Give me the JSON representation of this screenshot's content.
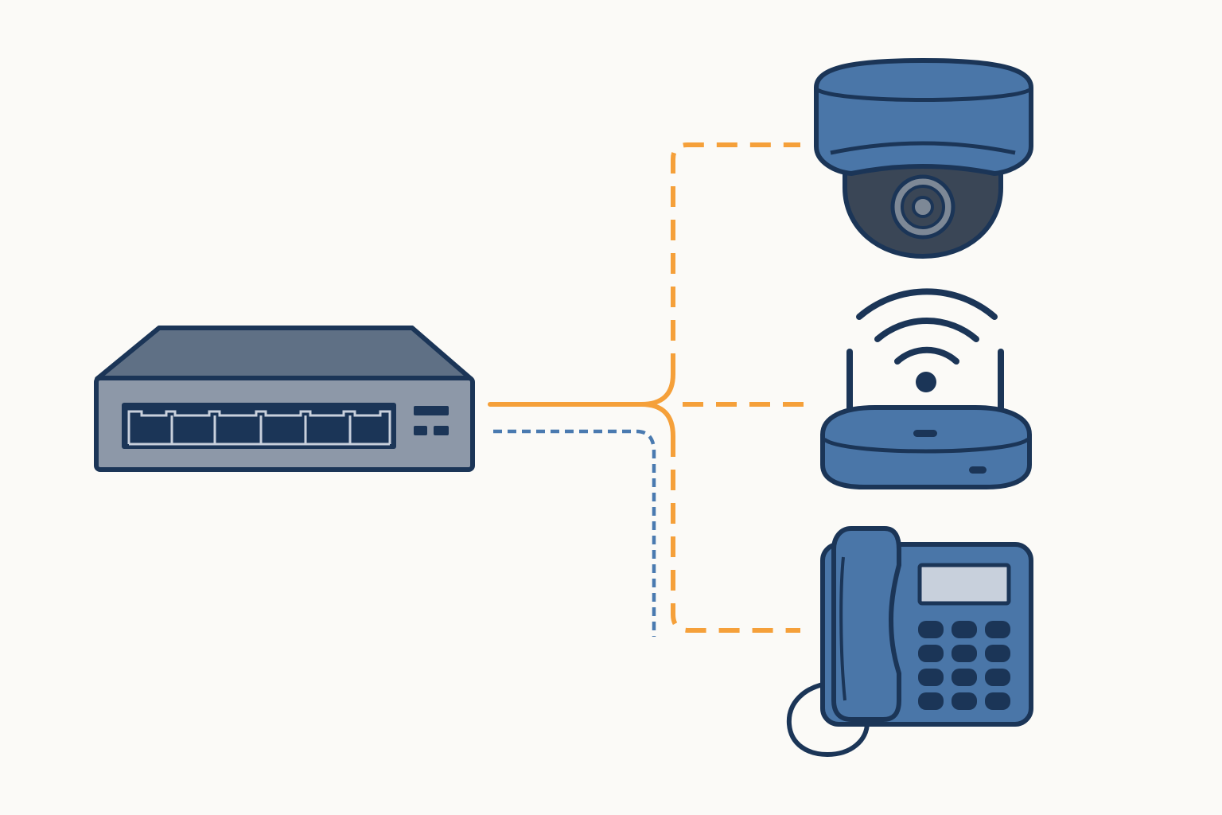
{
  "diagram": {
    "background": "#fbfaf7",
    "colors": {
      "outline": "#1b3557",
      "device_blue": "#4a76a8",
      "switch_top": "#5f7085",
      "switch_front": "#8d98a8",
      "port_fill": "#1b3557",
      "lens_dark": "#3a4656",
      "lens_ring": "#7d8896",
      "screen_fill": "#c8d0dc",
      "poe_orange": "#f5a03a",
      "data_blue": "#4a7ab0"
    },
    "nodes": [
      {
        "id": "switch",
        "icon": "network-switch-icon",
        "ports": 6
      },
      {
        "id": "camera",
        "icon": "dome-camera-icon"
      },
      {
        "id": "access_point",
        "icon": "wireless-access-point-icon"
      },
      {
        "id": "phone",
        "icon": "desk-phone-icon"
      }
    ],
    "connections": [
      {
        "from": "switch",
        "to": "camera",
        "style": "dashed",
        "color": "poe_orange"
      },
      {
        "from": "switch",
        "to": "access_point",
        "style": "dashed",
        "color": "poe_orange"
      },
      {
        "from": "switch",
        "to": "phone",
        "style": "dashed",
        "color": "poe_orange"
      },
      {
        "from": "switch",
        "to": "branch",
        "style": "dotted",
        "color": "data_blue"
      }
    ]
  }
}
